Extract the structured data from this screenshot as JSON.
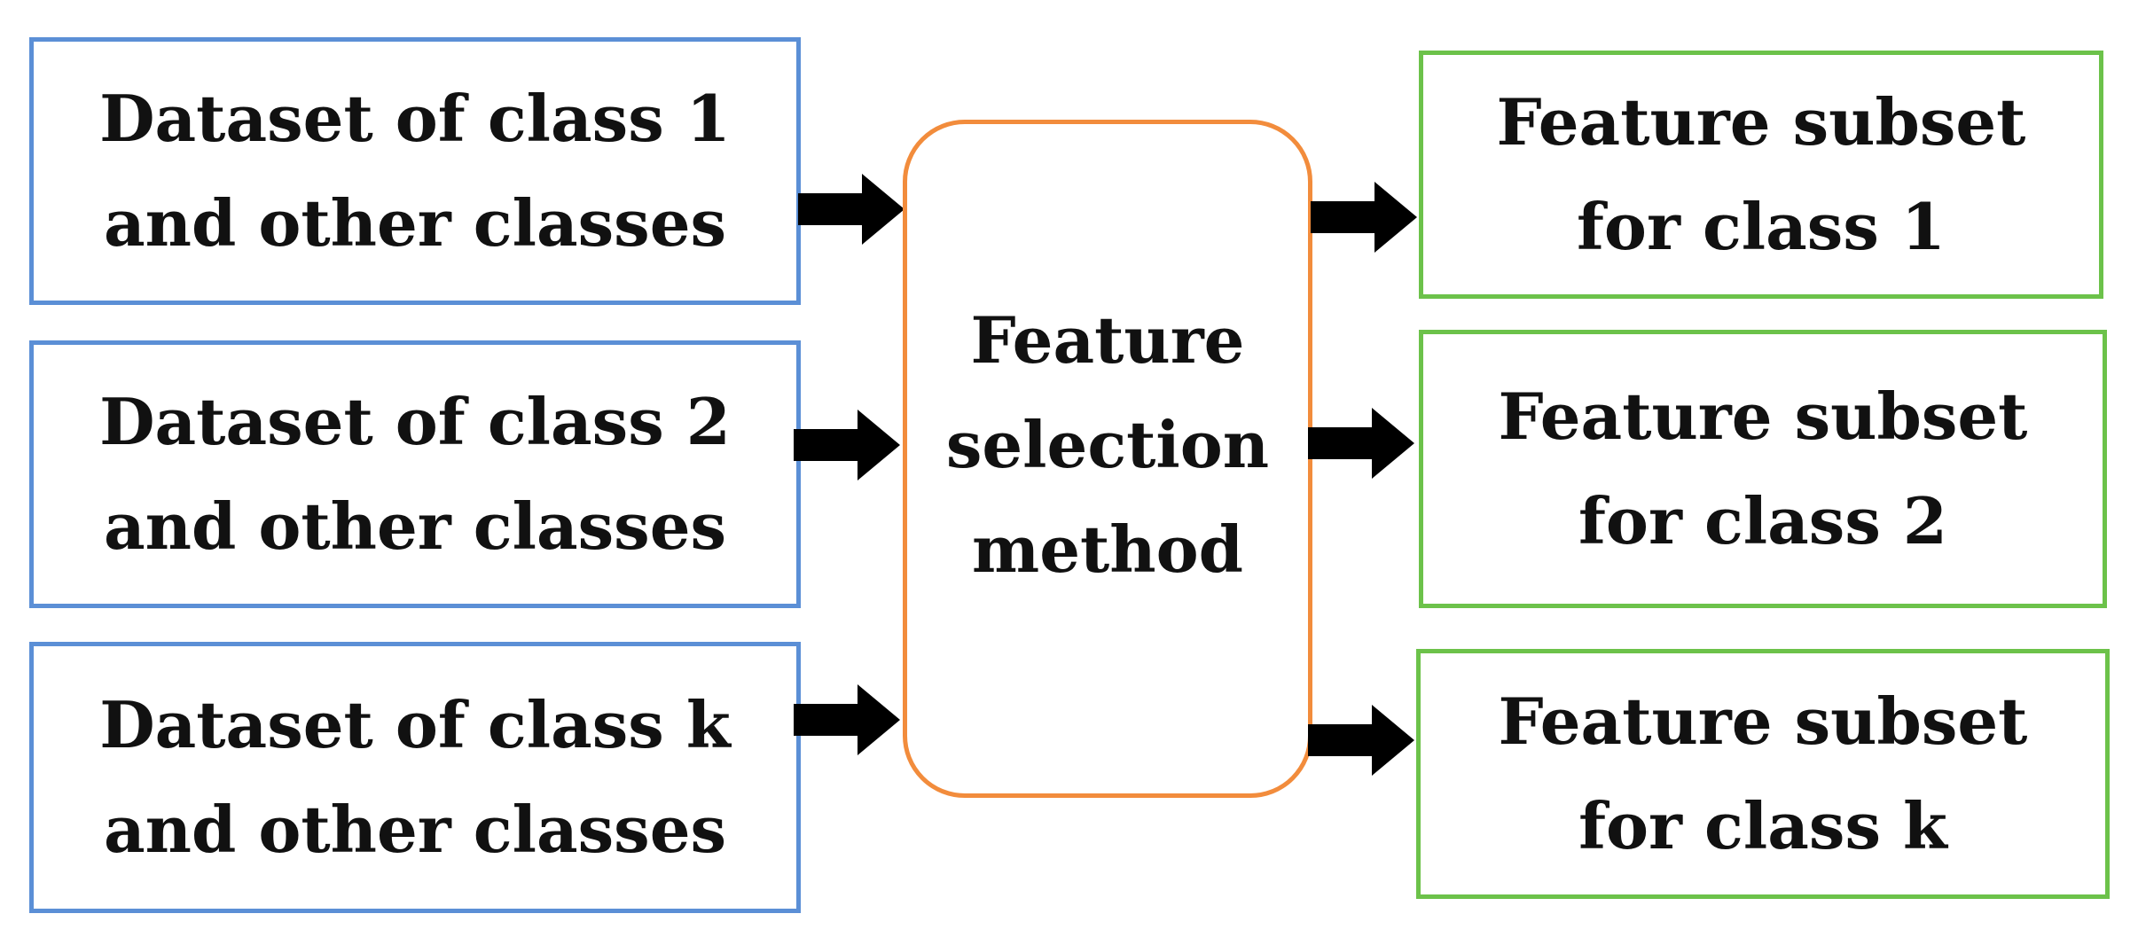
{
  "colors": {
    "input_border": "#5b8fd6",
    "method_border": "#f28c3c",
    "output_border": "#6cc24a",
    "arrow": "#000000",
    "text": "#111111"
  },
  "inputs": [
    {
      "line1": "Dataset of class 1",
      "line2": "and other classes"
    },
    {
      "line1": "Dataset of class 2",
      "line2": "and other classes"
    },
    {
      "line1": "Dataset of class k",
      "line2": "and other classes"
    }
  ],
  "method": {
    "line1": "Feature",
    "line2": "selection",
    "line3": "method"
  },
  "outputs": [
    {
      "line1": "Feature subset",
      "line2": "for class 1"
    },
    {
      "line1": "Feature subset",
      "line2": "for class 2"
    },
    {
      "line1": "Feature subset",
      "line2": "for class k"
    }
  ]
}
